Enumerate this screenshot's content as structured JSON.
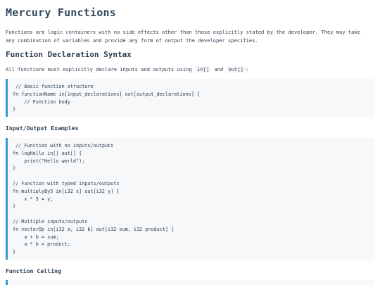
{
  "title": "Mercury Functions",
  "intro": "Functions are logic containers with no side effects other than those explicitly stated by the developer. They may take any combination of variables and provide any form of output the developer specifies.",
  "sections": {
    "declaration": {
      "heading": "Function Declaration Syntax",
      "text_before": "All functions must explicitly declare inputs and outputs using ",
      "code_in": "in[]",
      "text_and": " and ",
      "code_out": "out[]",
      "text_after": ":",
      "code": " // Basic function structure\nfn functionName in[input_declarations] out[output_declarations] {\n    // Function body\n}"
    },
    "examples": {
      "heading": "Input/Output Examples",
      "code": " // Function with no inputs/outputs\nfn logHello in[] out[] {\n    print(\"Hello world\");\n}\n\n// Function with typed inputs/outputs\nfn multiplyBy5 in[i32 x] out[i32 y] {\n    x * 5 = y;\n}\n\n// Multiple inputs/outputs\nfn vectorOp in[i32 a, i32 b] out[i32 sum, i32 product] {\n    a + b = sum;\n    a * b = product;\n}"
    },
    "calling": {
      "heading": "Function Calling"
    }
  },
  "colors": {
    "accent": "#3498db",
    "code_background": "#f6f8f9",
    "text": "#2c3e50"
  }
}
